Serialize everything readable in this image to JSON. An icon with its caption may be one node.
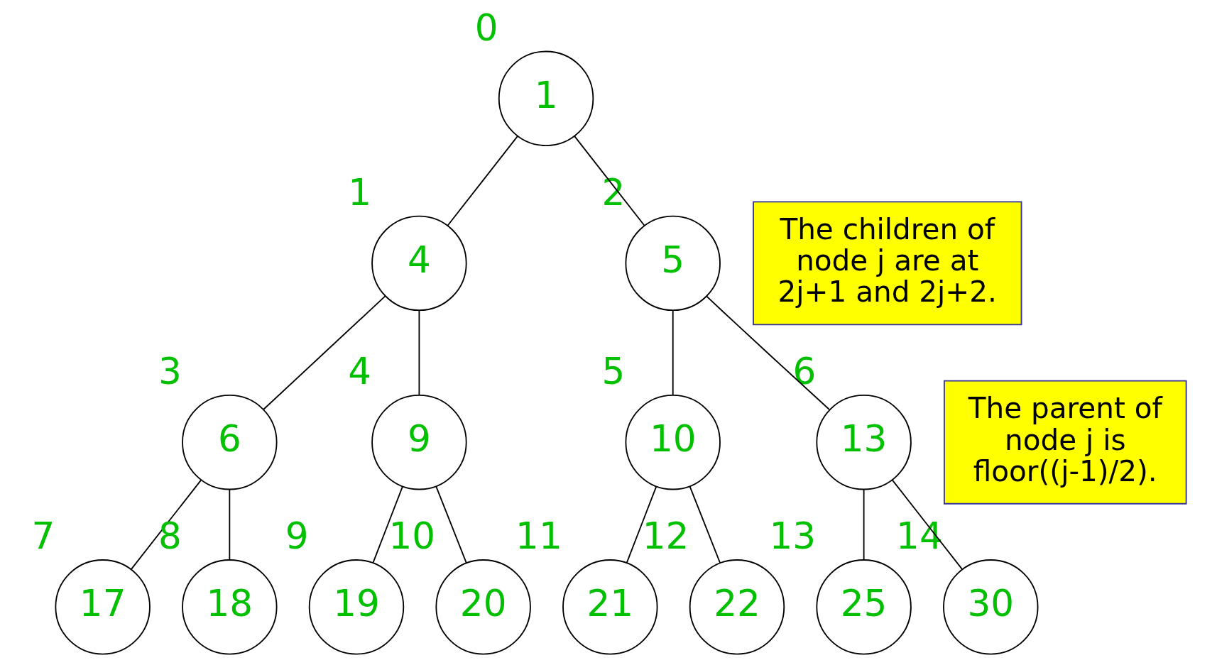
{
  "diagram": {
    "nodes": [
      {
        "text": [
          "1"
        ],
        "beside": [
          "0"
        ]
      },
      {
        "text": [
          "4"
        ],
        "beside": [
          "1"
        ]
      },
      {
        "text": [
          "5"
        ],
        "beside": [
          "2"
        ]
      },
      {
        "text": [
          "6"
        ],
        "beside": [
          "3"
        ]
      },
      {
        "text": [
          "9"
        ],
        "beside": [
          "4"
        ]
      },
      {
        "text": [
          "10"
        ],
        "beside": [
          "5"
        ]
      },
      {
        "text": [
          "13"
        ],
        "beside": [
          "6"
        ]
      },
      {
        "text": [
          "17"
        ],
        "beside": [
          "7"
        ]
      },
      {
        "text": [
          "18"
        ],
        "beside": [
          "8"
        ]
      },
      {
        "text": [
          "19"
        ],
        "beside": [
          "9"
        ]
      },
      {
        "text": [
          "20"
        ],
        "beside": [
          "10"
        ]
      },
      {
        "text": [
          "21"
        ],
        "beside": [
          "11"
        ]
      },
      {
        "text": [
          "22"
        ],
        "beside": [
          "12"
        ]
      },
      {
        "text": [
          "25"
        ],
        "beside": [
          "13"
        ]
      },
      {
        "text": [
          "30"
        ],
        "beside": [
          "14"
        ]
      },
      {
        "text": [
          "The children of node j are at 2j+1 and 2j+2."
        ]
      },
      {
        "text": [
          "The parent of node j is floor((j-1)/2)."
        ]
      }
    ],
    "edges": [
      {
        "from": 0,
        "to": 1,
        "arrow": "none"
      },
      {
        "from": 0,
        "to": 2,
        "arrow": "none"
      },
      {
        "from": 1,
        "to": 3,
        "arrow": "none"
      },
      {
        "from": 1,
        "to": 4,
        "arrow": "none"
      },
      {
        "from": 2,
        "to": 5,
        "arrow": "none"
      },
      {
        "from": 2,
        "to": 6,
        "arrow": "none"
      },
      {
        "from": 3,
        "to": 7,
        "arrow": "none"
      },
      {
        "from": 3,
        "to": 8,
        "arrow": "none"
      },
      {
        "from": 4,
        "to": 9,
        "arrow": "none"
      },
      {
        "from": 4,
        "to": 10,
        "arrow": "none"
      },
      {
        "from": 5,
        "to": 11,
        "arrow": "none"
      },
      {
        "from": 5,
        "to": 12,
        "arrow": "none"
      },
      {
        "from": 6,
        "to": 13,
        "arrow": "none"
      },
      {
        "from": 6,
        "to": 14,
        "arrow": "none"
      }
    ]
  }
}
